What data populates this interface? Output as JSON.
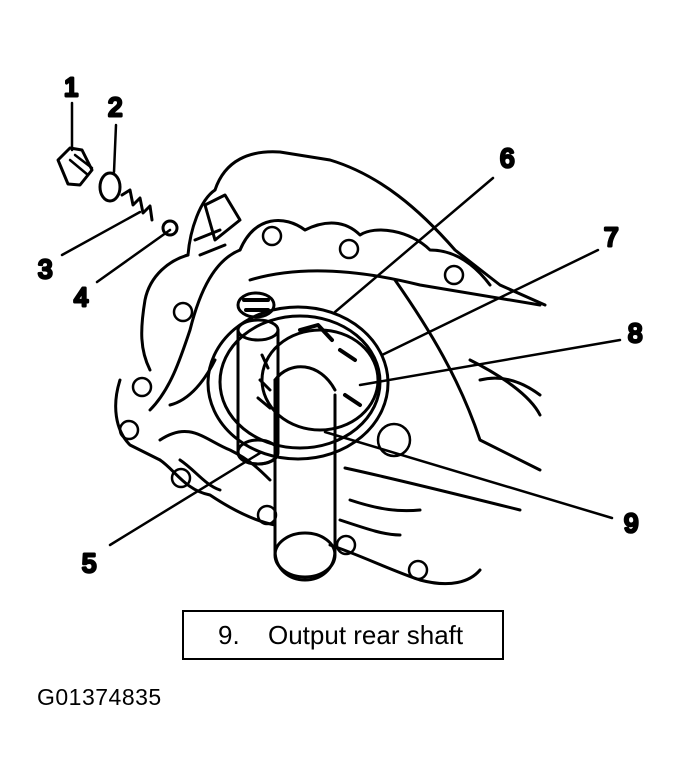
{
  "diagram": {
    "callouts": [
      {
        "id": "1",
        "label": "1"
      },
      {
        "id": "2",
        "label": "2"
      },
      {
        "id": "3",
        "label": "3"
      },
      {
        "id": "4",
        "label": "4"
      },
      {
        "id": "5",
        "label": "5"
      },
      {
        "id": "6",
        "label": "6"
      },
      {
        "id": "7",
        "label": "7"
      },
      {
        "id": "8",
        "label": "8"
      },
      {
        "id": "9",
        "label": "9"
      }
    ],
    "caption": {
      "number": "9.",
      "text": "Output rear shaft"
    },
    "figure_id": "G01374835"
  }
}
